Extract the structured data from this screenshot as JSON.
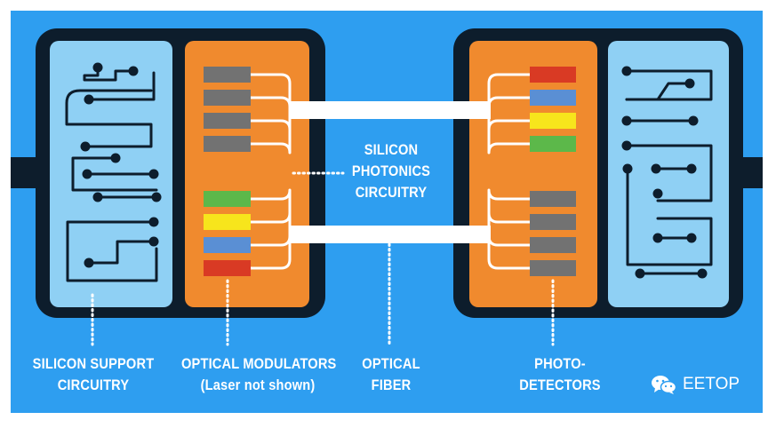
{
  "colors": {
    "background": "#2e9ef0",
    "frame": "#0d1d2c",
    "support_panel": "#8fd0f4",
    "photonics_panel": "#f08a2e",
    "fiber": "#ffffff",
    "trace": "#0d1d2c",
    "label_text": "#ffffff"
  },
  "center_label": [
    "SILICON",
    "PHOTONICS",
    "CIRCUITRY"
  ],
  "labels": {
    "support": [
      "SILICON SUPPORT",
      "CIRCUITRY"
    ],
    "modulators": [
      "OPTICAL  MODULATORS",
      "(Laser not shown)"
    ],
    "fiber": [
      "OPTICAL",
      "FIBER"
    ],
    "detectors": [
      "PHOTO-",
      "DETECTORS"
    ]
  },
  "channel_colors": {
    "left_top": [
      "#727272",
      "#727272",
      "#727272",
      "#727272"
    ],
    "left_bottom": [
      "#5cb84a",
      "#f7e51c",
      "#5a8fd4",
      "#d93a24"
    ],
    "right_top": [
      "#d93a24",
      "#5a8fd4",
      "#f7e51c",
      "#5cb84a"
    ],
    "right_bottom": [
      "#727272",
      "#727272",
      "#727272",
      "#727272"
    ]
  },
  "watermark": {
    "icon": "wechat-icon",
    "text": "EETOP"
  }
}
